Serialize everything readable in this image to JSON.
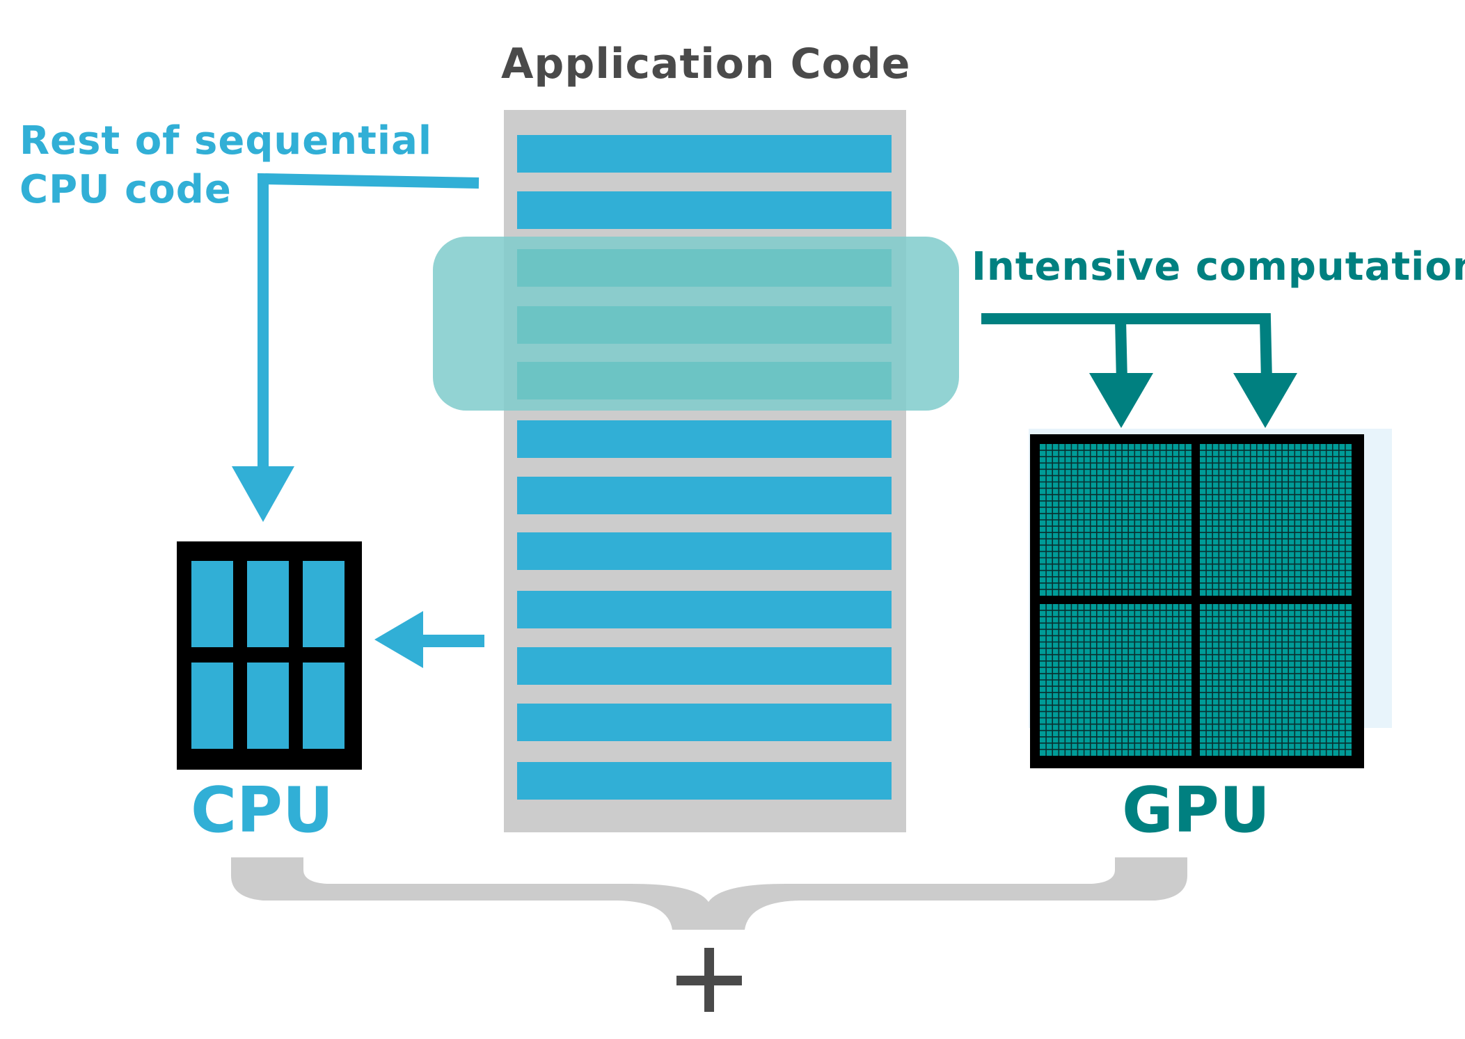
{
  "title": "Application Code",
  "sequential_label": {
    "line1": "Rest of sequential",
    "line2": "CPU code"
  },
  "intensive_label": "Intensive computation",
  "cpu_label": "CPU",
  "gpu_label": "GPU",
  "plus_symbol": "+",
  "code_blocks": [
    "cpu",
    "cpu",
    "gpu",
    "gpu",
    "gpu",
    "cpu",
    "cpu",
    "cpu",
    "cpu",
    "cpu",
    "cpu",
    "cpu"
  ],
  "colors": {
    "cpu": "#31afd6",
    "gpu": "#009c98",
    "gpu_text": "#008080",
    "title": "#4a4a4a",
    "code_background": "#cccccc",
    "highlight": "#7fcbcb",
    "chip_frame": "#000000",
    "brace": "#cccccc"
  }
}
